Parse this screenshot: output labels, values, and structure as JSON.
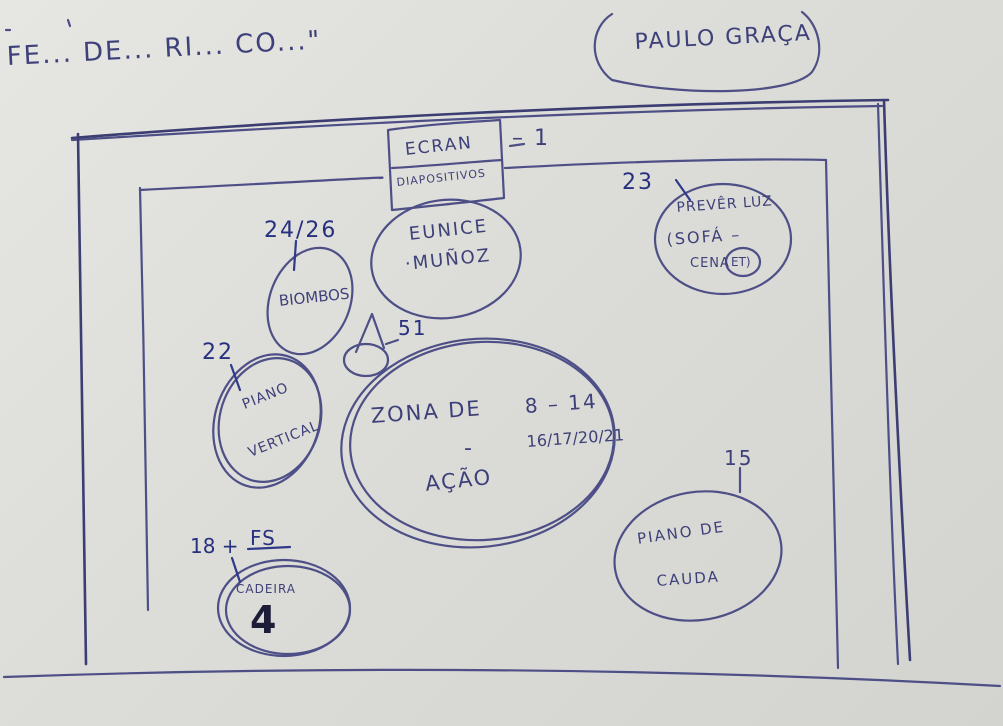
{
  "header": {
    "title": "FE... DE... RI... CO...\"",
    "author": "PAULO GRAÇA"
  },
  "screen": {
    "label_line1": "ECRAN",
    "label_line2": "DIAPOSITIVOS",
    "cue": "– 1"
  },
  "elements": [
    {
      "id": "eunice",
      "line1": "EUNICE",
      "line2": "·MUÑOZ"
    },
    {
      "id": "biombos",
      "line1": "BIOMBOS",
      "cue": "24/26"
    },
    {
      "id": "prever-luz",
      "line1": "PREVÊR LUZ",
      "line2": "(SOFÁ –",
      "line3": "CENA",
      "badge": "ET)",
      "cue": "23"
    },
    {
      "id": "marker-51",
      "cue": "51"
    },
    {
      "id": "piano-vertical",
      "line1": "PIANO",
      "line2": "VERTICAL",
      "cue": "22"
    },
    {
      "id": "zona-acao",
      "line1": "ZONA DE",
      "line2": "-",
      "line3": "AÇÃO",
      "cue_line1": "8 – 14",
      "cue_line2": "16/17/20/21"
    },
    {
      "id": "piano-cauda",
      "line1": "PIANO DE",
      "line2": "CAUDA",
      "cue": "15"
    },
    {
      "id": "cadeira",
      "line1": "CADEIRA",
      "line2": "4",
      "cue_prefix": "18 +",
      "cue_suffix": "FS"
    }
  ]
}
